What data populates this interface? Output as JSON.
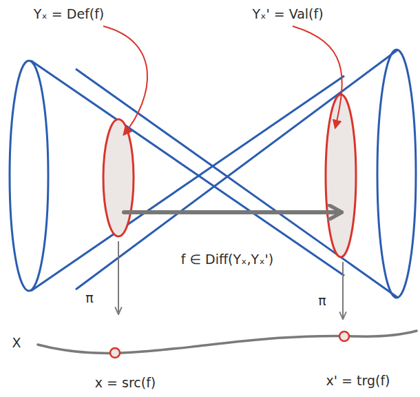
{
  "diagram": {
    "labels": [
      "Yₓ = Def(f)",
      "Yₓ' = Val(f)",
      "f ∈ Diff(Yₓ,Yₓ')",
      "π",
      "π",
      "X",
      "x = src(f)",
      "x' = trg(f)"
    ]
  }
}
